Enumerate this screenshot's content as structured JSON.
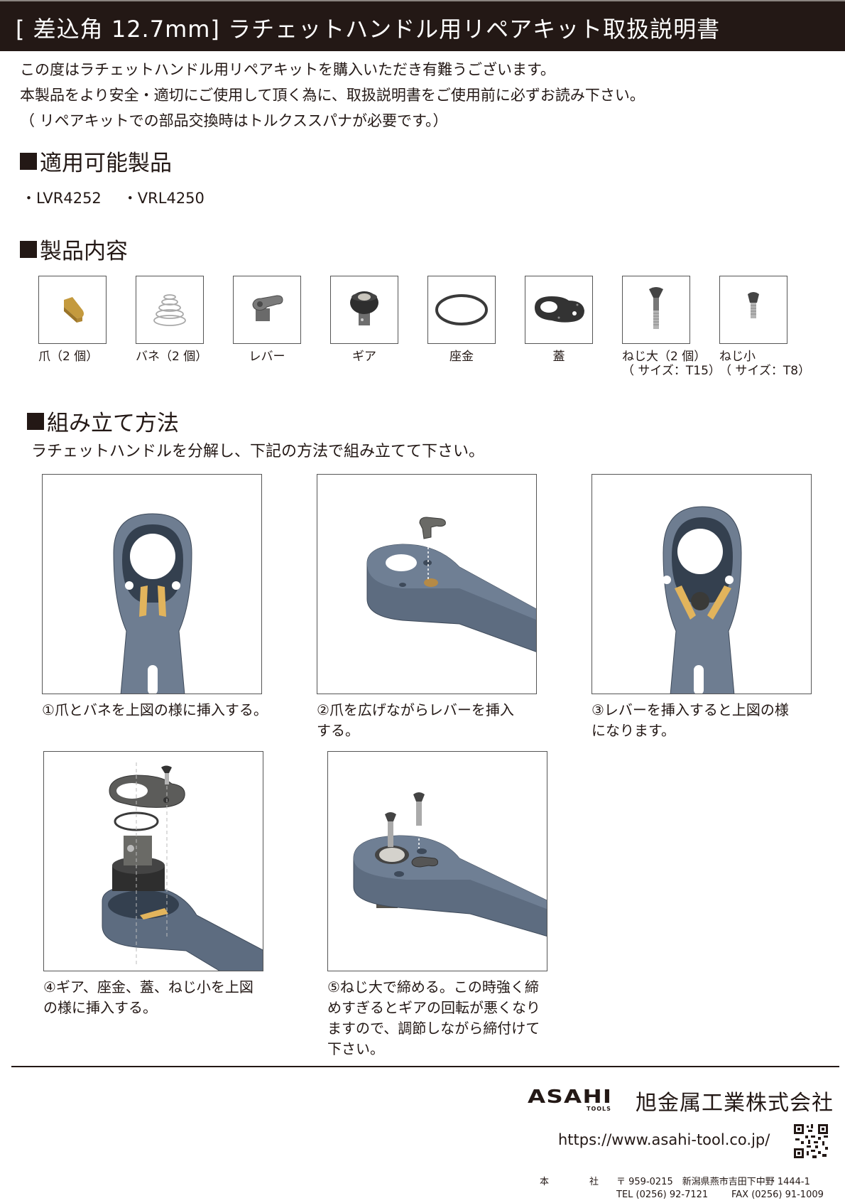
{
  "header": {
    "title": "[ 差込角 12.7mm] ラチェットハンドル用リペアキット取扱説明書"
  },
  "intro": {
    "line1": "この度はラチェットハンドル用リペアキットを購入いただき有難うございます。",
    "line2": "本製品をより安全・適切にご使用して頂く為に、取扱説明書をご使用前に必ずお読み下さい。",
    "line3": "（ リペアキットでの部品交換時はトルクススパナが必要です。）"
  },
  "applicable": {
    "heading": "適用可能製品",
    "models": [
      "・LVR4252",
      "・VRL4250"
    ]
  },
  "contents": {
    "heading": "製品内容",
    "parts": [
      {
        "label": "爪（2 個）",
        "icon": "pawl-icon"
      },
      {
        "label": "バネ（2 個）",
        "icon": "spring-icon"
      },
      {
        "label": "レバー",
        "icon": "lever-icon"
      },
      {
        "label": "ギア",
        "icon": "gear-icon"
      },
      {
        "label": "座金",
        "icon": "washer-icon"
      },
      {
        "label": "蓋",
        "icon": "cover-plate-icon"
      },
      {
        "label": "ねじ大（2 個）",
        "sub": "（ サイズ：T15）",
        "icon": "large-screw-icon"
      },
      {
        "label": "ねじ小",
        "sub": "（ サイズ：T8）",
        "icon": "small-screw-icon"
      }
    ]
  },
  "assembly": {
    "heading": "組み立て方法",
    "intro": "ラチェットハンドルを分解し、下記の方法で組み立てて下さい。",
    "steps": [
      {
        "lines": [
          "①爪とバネを上図の様に挿入する。"
        ]
      },
      {
        "lines": [
          "②爪を広げながらレバーを挿入",
          "する。"
        ]
      },
      {
        "lines": [
          "③レバーを挿入すると上図の様",
          "になります。"
        ]
      },
      {
        "lines": [
          "④ギア、座金、蓋、ねじ小を上図",
          "の様に挿入する。"
        ]
      },
      {
        "lines": [
          "⑤ねじ大で締める。この時強く締",
          "めすぎるとギアの回転が悪くなり",
          "ますので、調節しながら締付けて",
          "下さい。"
        ]
      }
    ]
  },
  "footer": {
    "logo_main": "ASAHI",
    "logo_sub": "TOOLS",
    "company": "旭金属工業株式会社",
    "url": "https://www.asahi-tool.co.jp/",
    "office_label_1": "本",
    "office_label_2": "社",
    "address": "〒 959-0215　新潟県燕市吉田下中野 1444-1",
    "tel": "TEL (0256) 92-7121",
    "fax": "FAX (0256) 91-1009"
  },
  "colors": {
    "title_bg": "#231815",
    "handle": "#6b7b8f",
    "handle_dark": "#3e4a5a",
    "pawl": "#e2b45c"
  }
}
